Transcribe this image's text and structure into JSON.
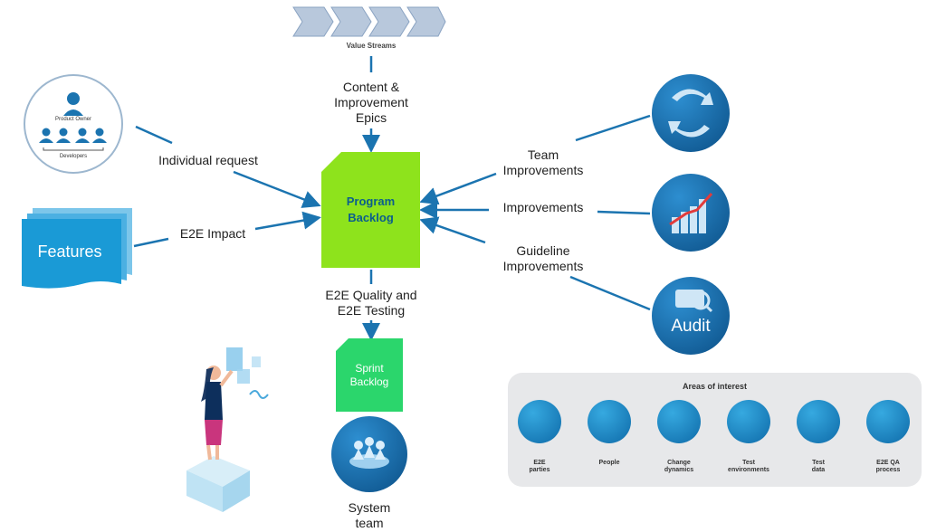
{
  "value_streams": {
    "label": "Value Streams"
  },
  "product_owner": {
    "title": "Product Owner",
    "developers": "Developers"
  },
  "features": {
    "label": "Features"
  },
  "backlog": {
    "program": "Program\nBacklog",
    "sprint": "Sprint\nBacklog"
  },
  "flows": {
    "content": "Content &\nImprovement\nEpics",
    "individual": "Individual  request",
    "e2e_impact": "E2E Impact",
    "team_improvements": "Team\nImprovements",
    "improvements": "Improvements",
    "guideline": "Guideline\nImprovements",
    "quality": "E2E Quality and\nE2E Testing"
  },
  "audit": {
    "label": "Audit"
  },
  "system_team": {
    "label": "System\nteam"
  },
  "areas": {
    "title": "Areas of interest",
    "items": [
      {
        "label": "E2E\nparties"
      },
      {
        "label": "People"
      },
      {
        "label": "Change\ndynamics"
      },
      {
        "label": "Test\nenvironments"
      },
      {
        "label": "Test\ndata"
      },
      {
        "label": "E2E QA\nprocess"
      }
    ]
  },
  "colors": {
    "accent": "#1b74b0",
    "program_backlog": "#8ee31c",
    "sprint_backlog": "#2bd66c",
    "features": "#1a9ad6",
    "areas_bg": "#e7e8ea"
  }
}
